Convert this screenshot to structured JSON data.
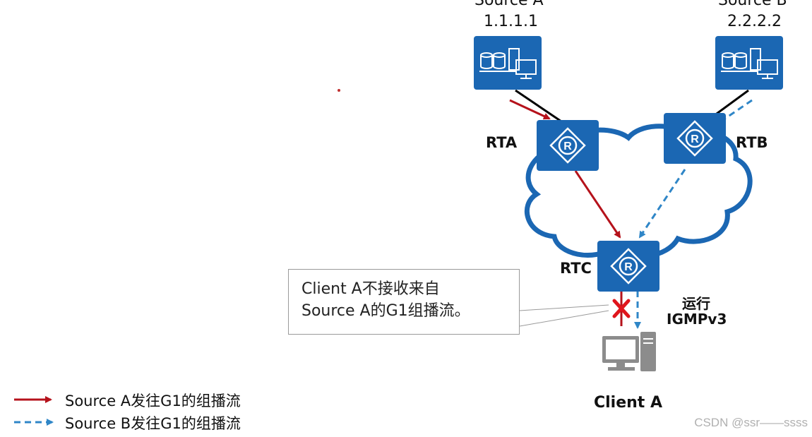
{
  "header_fragment": "",
  "source_a": {
    "name": "Source A",
    "ip": "1.1.1.1"
  },
  "source_b": {
    "name": "Source B",
    "ip": "2.2.2.2"
  },
  "routers": {
    "rta": "RTA",
    "rtb": "RTB",
    "rtc": "RTC"
  },
  "client": {
    "name": "Client A",
    "note_line1": "运行",
    "note_line2": "IGMPv3"
  },
  "callout": {
    "line1": "Client A不接收来自",
    "line2": "Source A的G1组播流。"
  },
  "legend": [
    {
      "label": "Source A发往G1的组播流",
      "style": "solid",
      "color": "#b5121b"
    },
    {
      "label": "Source B发往G1的组播流",
      "style": "dashed",
      "color": "#2f86c7"
    }
  ],
  "watermark": "CSDN @ssr——ssss",
  "colors": {
    "device_blue": "#1b67b3",
    "cloud_blue": "#1b67b3",
    "flow_a": "#b5121b",
    "flow_b": "#2f86c7"
  },
  "icons": {
    "server": "server-icon",
    "router": "router-icon",
    "client": "computer-icon"
  }
}
